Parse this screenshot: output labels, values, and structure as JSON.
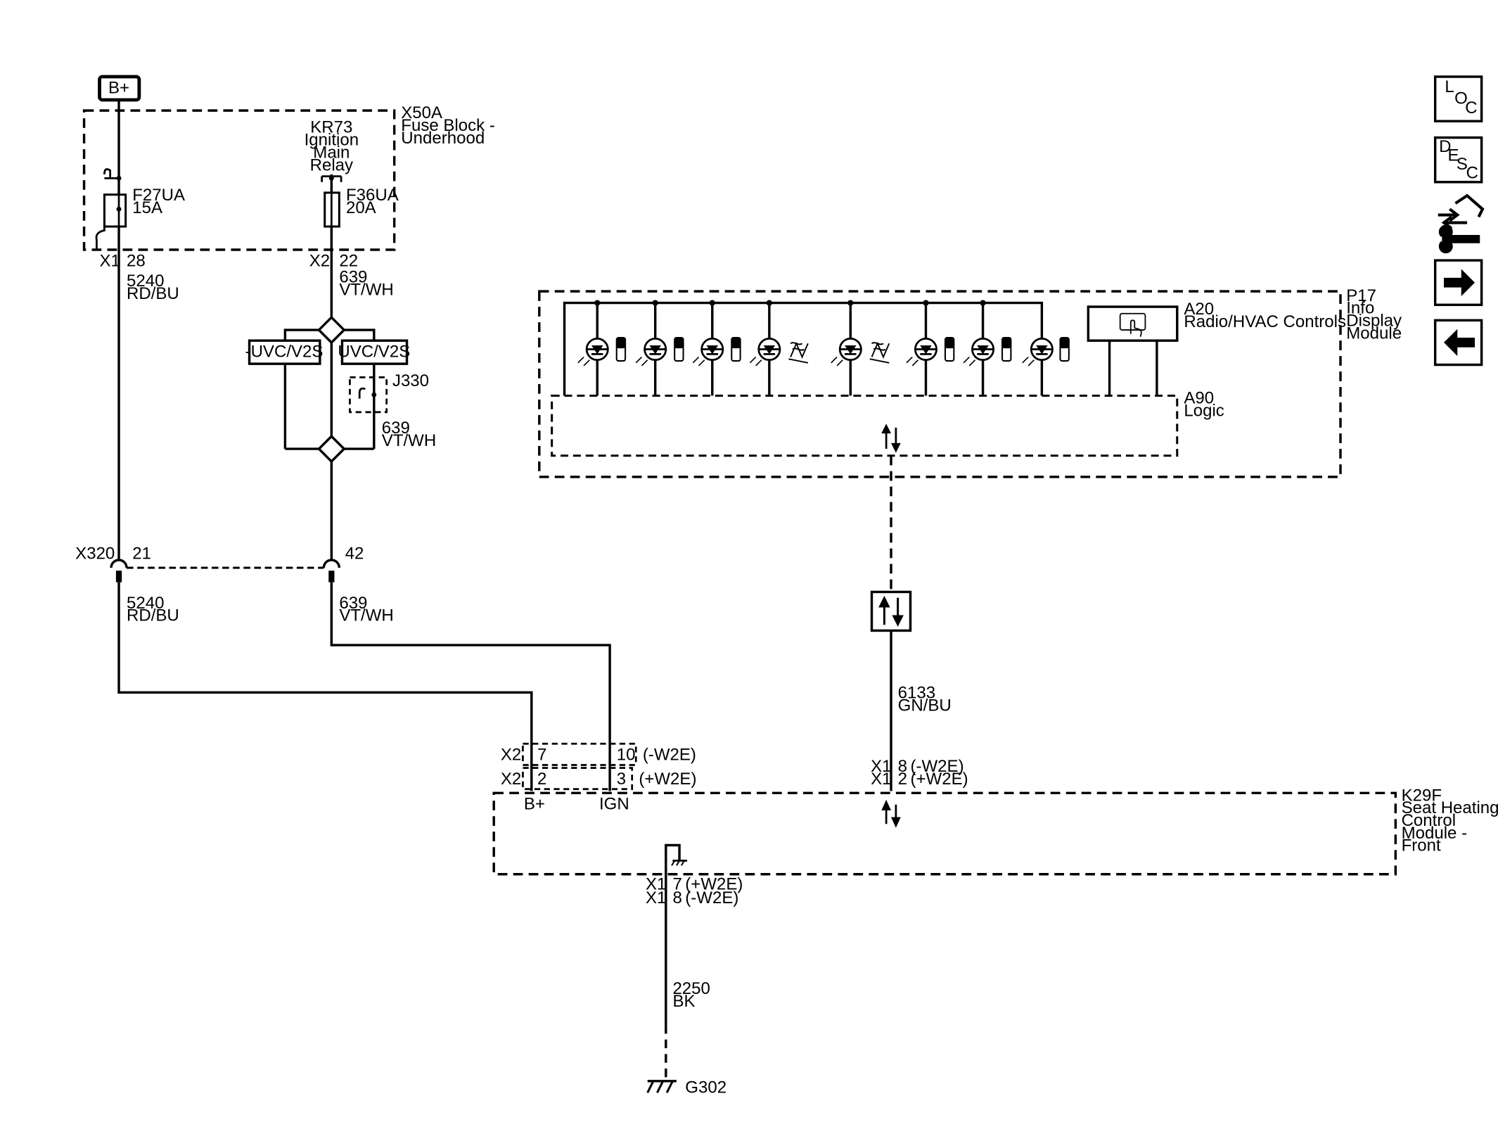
{
  "power_source": "B+",
  "fuse_block": {
    "id": "X50A",
    "name_line1": "Fuse Block -",
    "name_line2": "Underhood"
  },
  "relay": {
    "line1": "KR73",
    "line2": "Ignition",
    "line3": "Main",
    "line4": "Relay"
  },
  "fuse1": {
    "id": "F27UA",
    "rating": "15A",
    "connector": "X1",
    "pin": "28"
  },
  "fuse2": {
    "id": "F36UA",
    "rating": "20A",
    "connector": "X2",
    "pin": "22"
  },
  "wire_5240": {
    "circuit": "5240",
    "color": "RD/BU"
  },
  "wire_639": {
    "circuit": "639",
    "color": "VT/WH"
  },
  "option_left": "-UVC/V2S",
  "option_right": "UVC/V2S",
  "jumper": "J330",
  "inline": {
    "id": "X320",
    "pin_a": "21",
    "pin_b": "42"
  },
  "info_module": {
    "id": "P17",
    "line1": "Info",
    "line2": "Display",
    "line3": "Module"
  },
  "controls": {
    "id": "A20",
    "name": "Radio/HVAC Controls"
  },
  "logic": {
    "id": "A90",
    "name": "Logic"
  },
  "wire_6133": {
    "circuit": "6133",
    "color": "GN/BU"
  },
  "conn_rows": [
    {
      "conn": "X2",
      "pin_left": "7",
      "pin_right": "10",
      "variant": "(-W2E)"
    },
    {
      "conn": "X2",
      "pin_left": "2",
      "pin_right": "3",
      "variant": "(+W2E)"
    }
  ],
  "serial_conn": [
    {
      "conn": "X1",
      "pin": "8",
      "variant": "(-W2E)"
    },
    {
      "conn": "X1",
      "pin": "2",
      "variant": "(+W2E)"
    }
  ],
  "module_pins": {
    "bplus": "B+",
    "ign": "IGN"
  },
  "seat_module": {
    "id": "K29F",
    "line1": "Seat Heating",
    "line2": "Control",
    "line3": "Module -",
    "line4": "Front"
  },
  "ground_conn": [
    {
      "conn": "X1",
      "pin": "7",
      "variant": "(+W2E)"
    },
    {
      "conn": "X1",
      "pin": "8",
      "variant": "(-W2E)"
    }
  ],
  "wire_2250": {
    "circuit": "2250",
    "color": "BK"
  },
  "ground": "G302",
  "nav": {
    "loc": {
      "l": "L",
      "o": "O",
      "c": "C"
    },
    "desc": {
      "d": "D",
      "e": "E",
      "s": "S",
      "c": "C"
    },
    "icons": [
      "connector-wrench-icon",
      "arrow-right-icon",
      "arrow-left-icon"
    ]
  }
}
